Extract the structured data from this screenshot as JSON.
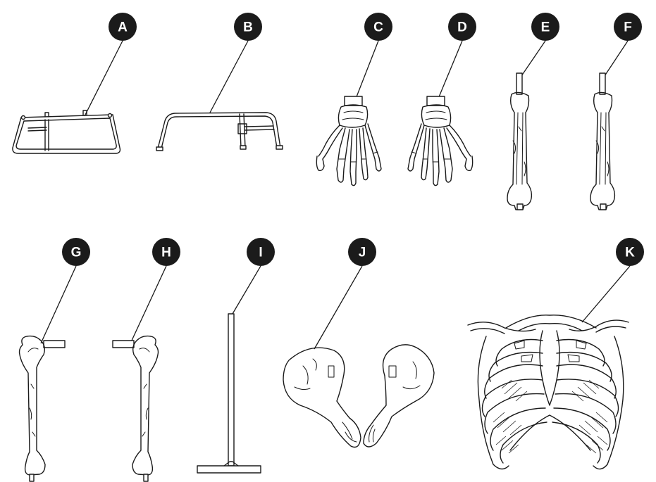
{
  "parts": [
    {
      "id": "A",
      "label": "A"
    },
    {
      "id": "B",
      "label": "B"
    },
    {
      "id": "C",
      "label": "C"
    },
    {
      "id": "D",
      "label": "D"
    },
    {
      "id": "E",
      "label": "E"
    },
    {
      "id": "F",
      "label": "F"
    },
    {
      "id": "G",
      "label": "G"
    },
    {
      "id": "H",
      "label": "H"
    },
    {
      "id": "I",
      "label": "I"
    },
    {
      "id": "J",
      "label": "J"
    },
    {
      "id": "K",
      "label": "K"
    }
  ],
  "colors": {
    "badge": "#1b1b1b",
    "badge_text": "#ffffff",
    "line": "#1a1a1a",
    "background": "#ffffff"
  }
}
